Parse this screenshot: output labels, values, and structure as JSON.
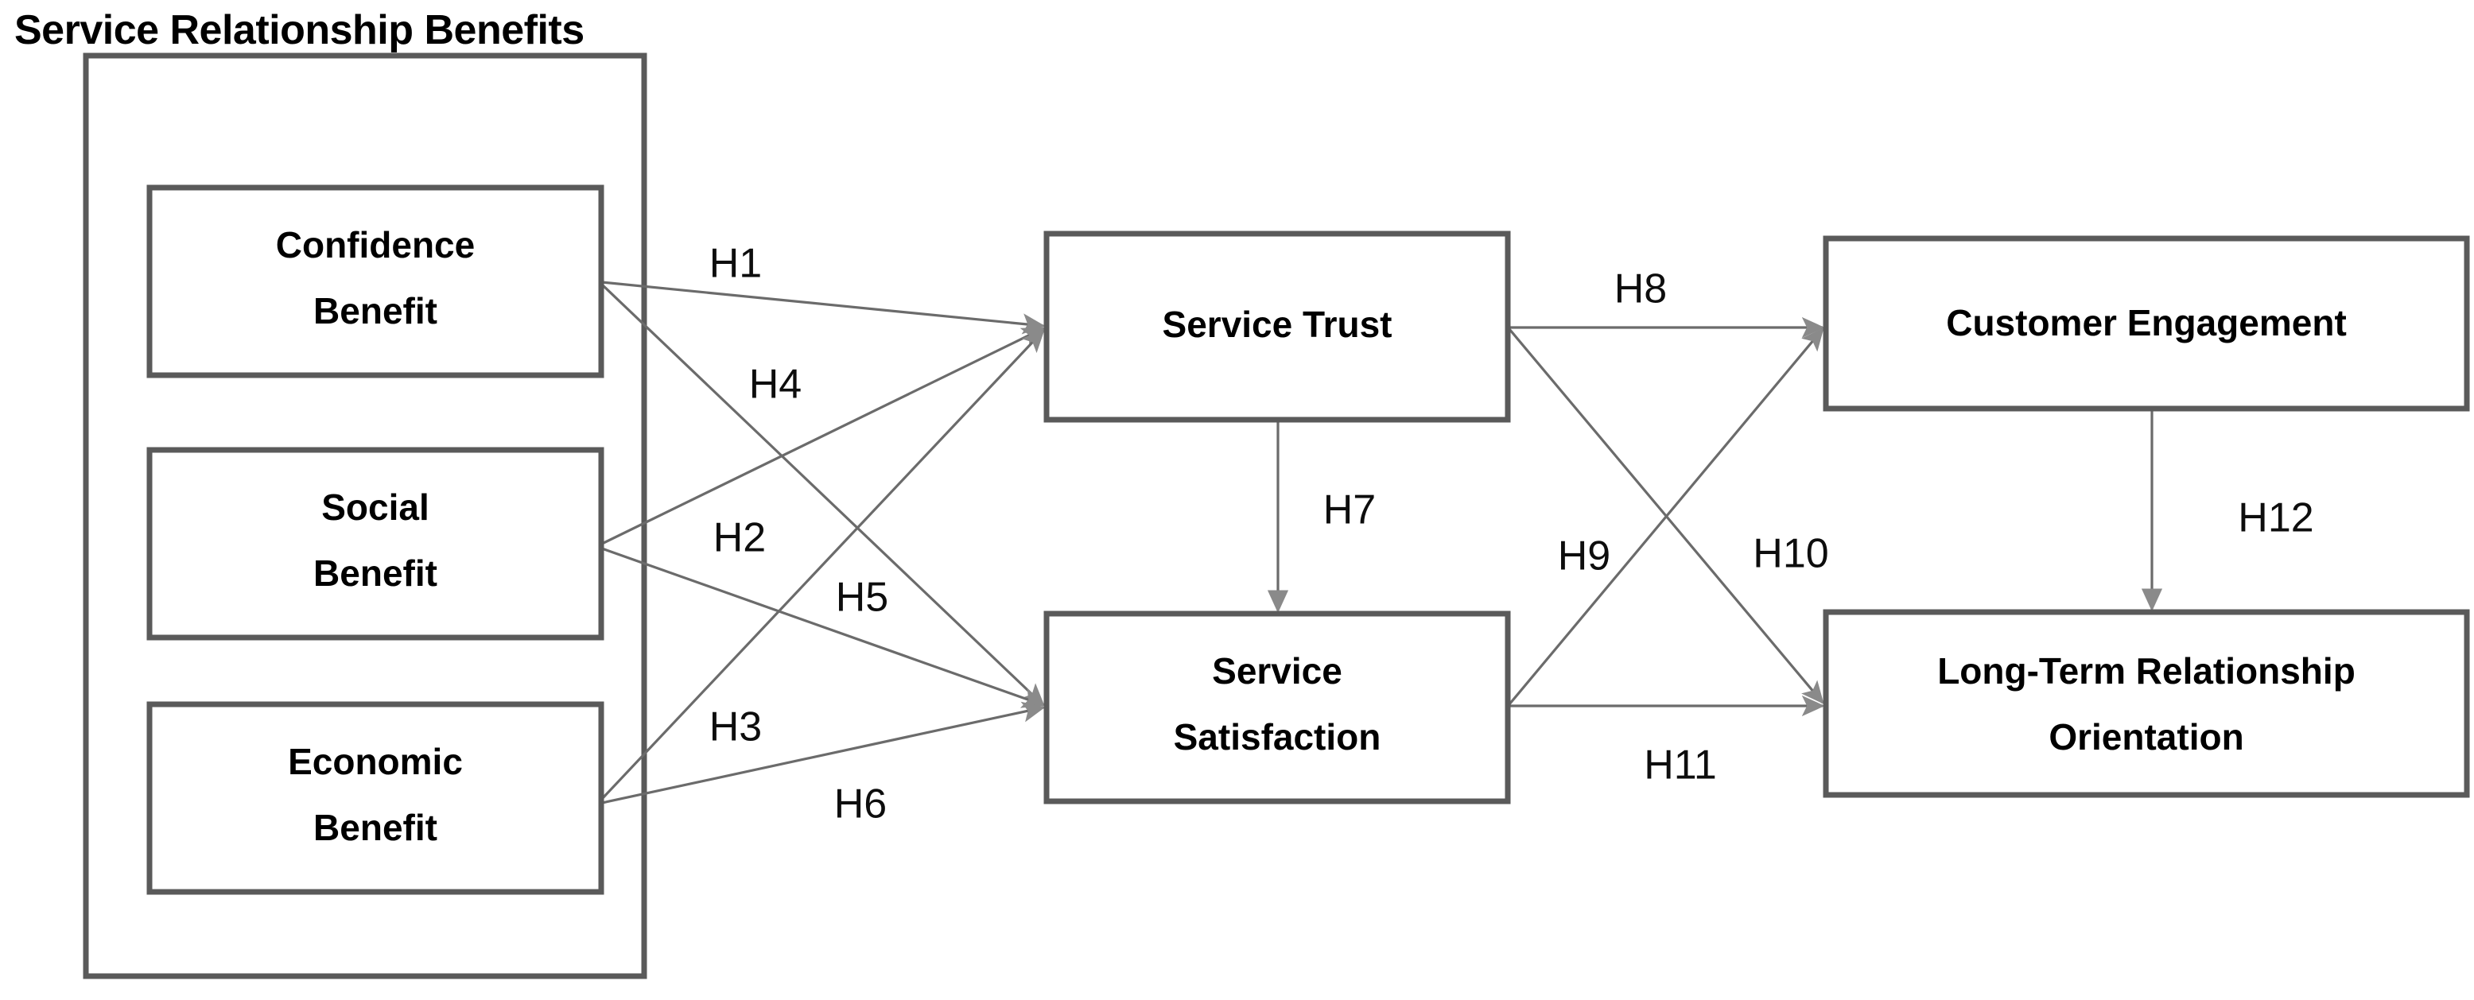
{
  "title": "Service Relationship Benefits",
  "diagram": {
    "type": "conceptual-model",
    "group_frame_label": "Service Relationship Benefits",
    "constructs": [
      {
        "id": "confidence_benefit",
        "line1": "Confidence",
        "line2": "Benefit"
      },
      {
        "id": "social_benefit",
        "line1": "Social",
        "line2": "Benefit"
      },
      {
        "id": "economic_benefit",
        "line1": "Economic",
        "line2": "Benefit"
      },
      {
        "id": "service_trust",
        "line1": "Service Trust",
        "line2": ""
      },
      {
        "id": "service_satisfaction",
        "line1": "Service",
        "line2": "Satisfaction"
      },
      {
        "id": "customer_engagement",
        "line1": "Customer Engagement",
        "line2": ""
      },
      {
        "id": "ltro",
        "line1": "Long-Term Relationship",
        "line2": "Orientation"
      }
    ],
    "hypotheses": [
      {
        "id": "H1",
        "label": "H1",
        "from": "Confidence Benefit",
        "to": "Service Trust"
      },
      {
        "id": "H2",
        "label": "H2",
        "from": "Social Benefit",
        "to": "Service Trust"
      },
      {
        "id": "H3",
        "label": "H3",
        "from": "Economic Benefit",
        "to": "Service Trust"
      },
      {
        "id": "H4",
        "label": "H4",
        "from": "Confidence Benefit",
        "to": "Service Satisfaction"
      },
      {
        "id": "H5",
        "label": "H5",
        "from": "Social Benefit",
        "to": "Service Satisfaction"
      },
      {
        "id": "H6",
        "label": "H6",
        "from": "Economic Benefit",
        "to": "Service Satisfaction"
      },
      {
        "id": "H7",
        "label": "H7",
        "from": "Service Trust",
        "to": "Service Satisfaction"
      },
      {
        "id": "H8",
        "label": "H8",
        "from": "Service Trust",
        "to": "Customer Engagement"
      },
      {
        "id": "H9",
        "label": "H9",
        "from": "Service Satisfaction",
        "to": "Customer Engagement"
      },
      {
        "id": "H10",
        "label": "H10",
        "from": "Service Trust",
        "to": "Long-Term Relationship Orientation"
      },
      {
        "id": "H11",
        "label": "H11",
        "from": "Service Satisfaction",
        "to": "Long-Term Relationship Orientation"
      },
      {
        "id": "H12",
        "label": "H12",
        "from": "Customer Engagement",
        "to": "Long-Term Relationship Orientation"
      }
    ],
    "colors": {
      "box_stroke": "#5a5a5a",
      "line_stroke": "#6b6b6b",
      "arrowhead": "#8a8a8a",
      "text": "#000000",
      "background": "#ffffff"
    }
  }
}
